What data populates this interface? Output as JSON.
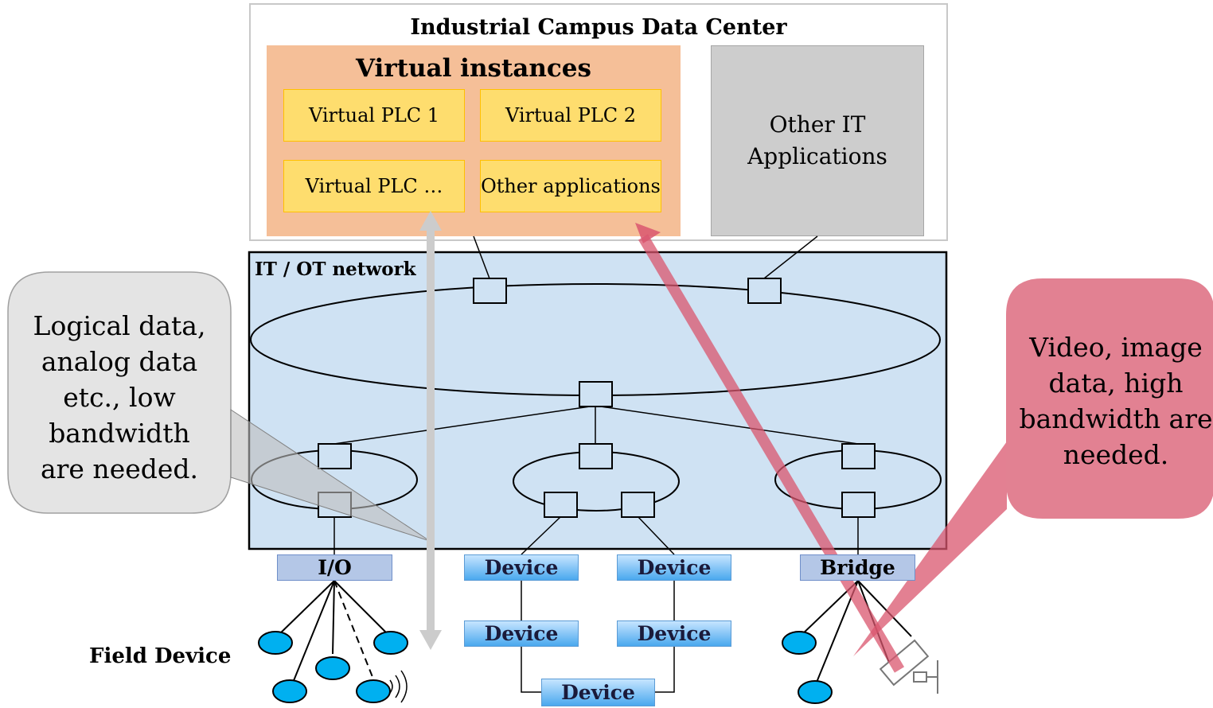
{
  "data_center": {
    "title": "Industrial Campus Data Center",
    "virtual_instances": {
      "title": "Virtual instances",
      "items": [
        "Virtual PLC 1",
        "Virtual PLC 2",
        "Virtual PLC …",
        "Other applications"
      ]
    },
    "other_it": "Other IT Applications"
  },
  "network": {
    "label": "IT / OT network"
  },
  "endpoints": {
    "io": "I/O",
    "device_1": "Device",
    "device_2": "Device",
    "device_3": "Device",
    "device_4": "Device",
    "device_5": "Device",
    "bridge": "Bridge"
  },
  "field_device_label": "Field Device",
  "callouts": {
    "low_bandwidth": "Logical data, analog data etc., low bandwidth are needed.",
    "high_bandwidth": "Video, image data, high bandwidth are needed."
  },
  "colors": {
    "network_fill": "#cfe2f3",
    "virtual_instances_fill": "#f5bf98",
    "plc_fill": "#fedd6e",
    "other_it_fill": "#cdcdcd",
    "field_device_fill": "#00b0f0",
    "high_bandwidth_arrow": "#d9566e",
    "low_bandwidth_arrow": "#c8c8c8"
  }
}
